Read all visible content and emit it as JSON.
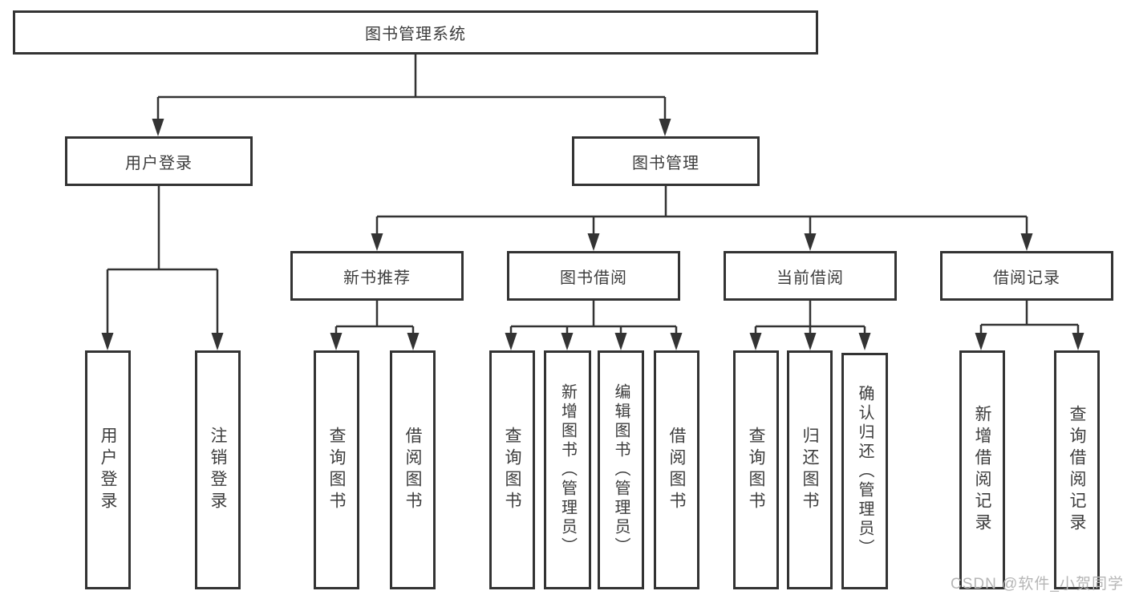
{
  "watermark": "CSDN @软件_小贺同学",
  "colors": {
    "line": "#333333",
    "box_border": "#333333",
    "text": "#3d3d3d",
    "watermark": "#b6b6b6",
    "background": "#ffffff"
  },
  "tree": {
    "root": {
      "label": "图书管理系统",
      "children": [
        {
          "label": "用户登录",
          "children": [
            {
              "label": "用户登录"
            },
            {
              "label": "注销登录"
            }
          ]
        },
        {
          "label": "图书管理",
          "children": [
            {
              "label": "新书推荐",
              "children": [
                {
                  "label": "查询图书"
                },
                {
                  "label": "借阅图书"
                }
              ]
            },
            {
              "label": "图书借阅",
              "children": [
                {
                  "label": "查询图书"
                },
                {
                  "label": "新增图书（管理员）"
                },
                {
                  "label": "编辑图书（管理员）"
                },
                {
                  "label": "借阅图书"
                }
              ]
            },
            {
              "label": "当前借阅",
              "children": [
                {
                  "label": "查询图书"
                },
                {
                  "label": "归还图书"
                },
                {
                  "label": "确认归还（管理员）"
                }
              ]
            },
            {
              "label": "借阅记录",
              "children": [
                {
                  "label": "新增借阅记录"
                },
                {
                  "label": "查询借阅记录"
                }
              ]
            }
          ]
        }
      ]
    }
  }
}
